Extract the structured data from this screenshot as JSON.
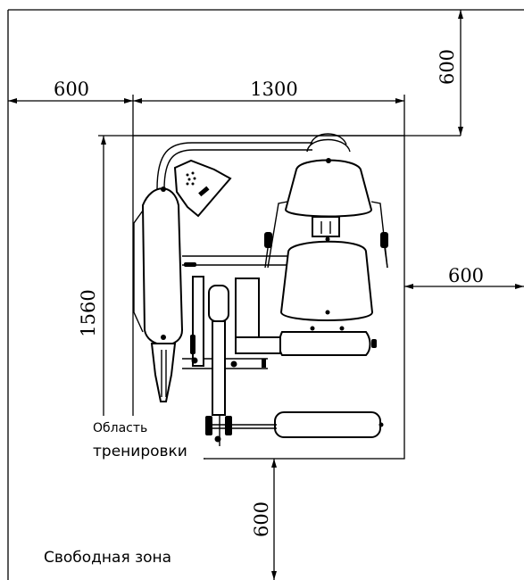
{
  "dimensions": {
    "left_clearance": "600",
    "machine_width": "1300",
    "top_clearance": "600",
    "right_clearance": "600",
    "machine_depth": "1560",
    "bottom_clearance": "600"
  },
  "labels": {
    "training_area_line1": "Область",
    "training_area_line2": "тренировки",
    "free_zone": "Свободная зона"
  }
}
